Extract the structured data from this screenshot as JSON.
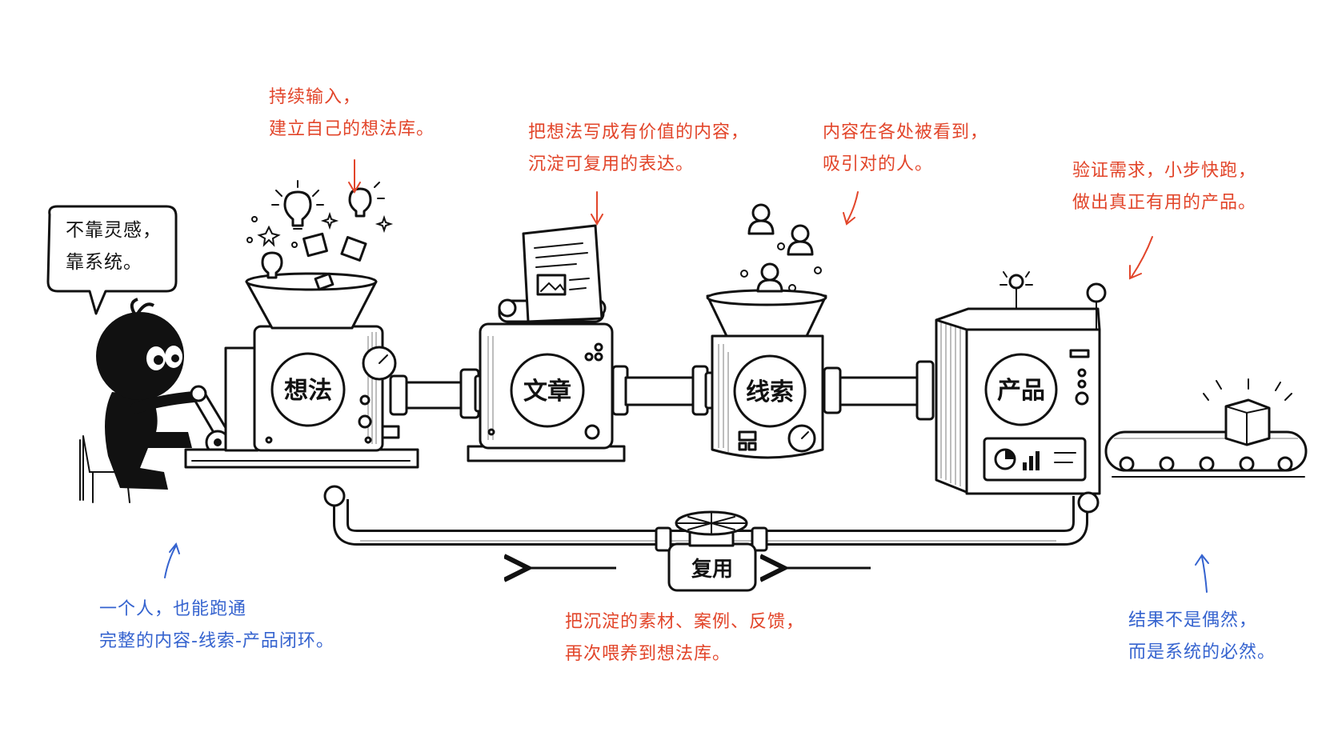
{
  "speech_bubble": {
    "line1": "不靠灵感，",
    "line2": "靠系统。"
  },
  "machines": [
    {
      "label": "想法"
    },
    {
      "label": "文章"
    },
    {
      "label": "线索"
    },
    {
      "label": "产品"
    }
  ],
  "valve_label": "复用",
  "annotations": {
    "ideas": {
      "line1": "持续输入，",
      "line2": "建立自己的想法库。"
    },
    "article": {
      "line1": "把想法写成有价值的内容，",
      "line2": "沉淀可复用的表达。"
    },
    "leads": {
      "line1": "内容在各处被看到，",
      "line2": "吸引对的人。"
    },
    "product": {
      "line1": "验证需求，小步快跑，",
      "line2": "做出真正有用的产品。"
    },
    "person": {
      "line1": "一个人，也能跑通",
      "line2": "完整的内容-线索-产品闭环。"
    },
    "reuse": {
      "line1": "把沉淀的素材、案例、反馈，",
      "line2": "再次喂养到想法库。"
    },
    "result": {
      "line1": "结果不是偶然，",
      "line2": "而是系统的必然。"
    }
  },
  "colors": {
    "red_note": "#e2452a",
    "blue_note": "#3563cf",
    "ink": "#111111"
  }
}
